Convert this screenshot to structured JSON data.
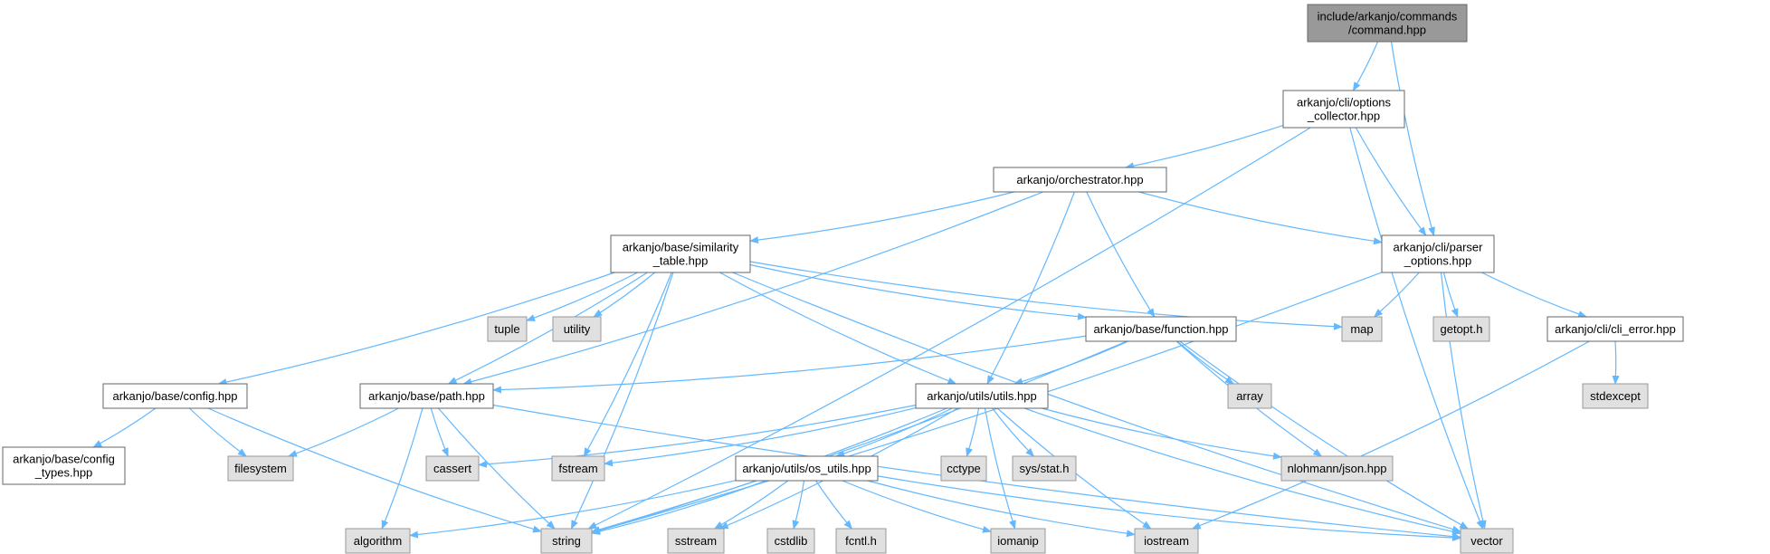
{
  "colors": {
    "edge": "#63b8ff",
    "root_fill": "#999999",
    "root_border": "#666666",
    "node_fill": "#ffffff",
    "node_border": "#666666",
    "sys_fill": "#e0e0e0",
    "sys_border": "#999999"
  },
  "nodes": {
    "command": {
      "lines": [
        "include/arkanjo/commands",
        "/command.hpp"
      ],
      "kind": "root"
    },
    "options_coll": {
      "lines": [
        "arkanjo/cli/options",
        "_collector.hpp"
      ],
      "kind": "file"
    },
    "orchestrator": {
      "lines": [
        "arkanjo/orchestrator.hpp"
      ],
      "kind": "file"
    },
    "parser_opts": {
      "lines": [
        "arkanjo/cli/parser",
        "_options.hpp"
      ],
      "kind": "file"
    },
    "similarity": {
      "lines": [
        "arkanjo/base/similarity",
        "_table.hpp"
      ],
      "kind": "file"
    },
    "function": {
      "lines": [
        "arkanjo/base/function.hpp"
      ],
      "kind": "file"
    },
    "cli_error": {
      "lines": [
        "arkanjo/cli/cli_error.hpp"
      ],
      "kind": "file"
    },
    "config": {
      "lines": [
        "arkanjo/base/config.hpp"
      ],
      "kind": "file"
    },
    "path": {
      "lines": [
        "arkanjo/base/path.hpp"
      ],
      "kind": "file"
    },
    "utils": {
      "lines": [
        "arkanjo/utils/utils.hpp"
      ],
      "kind": "file"
    },
    "config_types": {
      "lines": [
        "arkanjo/base/config",
        "_types.hpp"
      ],
      "kind": "file"
    },
    "os_utils": {
      "lines": [
        "arkanjo/utils/os_utils.hpp"
      ],
      "kind": "file"
    },
    "tuple": {
      "lines": [
        "tuple"
      ],
      "kind": "sys"
    },
    "utility": {
      "lines": [
        "utility"
      ],
      "kind": "sys"
    },
    "map": {
      "lines": [
        "map"
      ],
      "kind": "sys"
    },
    "getopt": {
      "lines": [
        "getopt.h"
      ],
      "kind": "sys"
    },
    "array": {
      "lines": [
        "array"
      ],
      "kind": "sys"
    },
    "stdexcept": {
      "lines": [
        "stdexcept"
      ],
      "kind": "sys"
    },
    "filesystem": {
      "lines": [
        "filesystem"
      ],
      "kind": "sys"
    },
    "cassert": {
      "lines": [
        "cassert"
      ],
      "kind": "sys"
    },
    "fstream": {
      "lines": [
        "fstream"
      ],
      "kind": "sys"
    },
    "cctype": {
      "lines": [
        "cctype"
      ],
      "kind": "sys"
    },
    "sysstat": {
      "lines": [
        "sys/stat.h"
      ],
      "kind": "sys"
    },
    "json": {
      "lines": [
        "nlohmann/json.hpp"
      ],
      "kind": "sys"
    },
    "algorithm": {
      "lines": [
        "algorithm"
      ],
      "kind": "sys"
    },
    "string": {
      "lines": [
        "string"
      ],
      "kind": "sys"
    },
    "sstream": {
      "lines": [
        "sstream"
      ],
      "kind": "sys"
    },
    "cstdlib": {
      "lines": [
        "cstdlib"
      ],
      "kind": "sys"
    },
    "fcntl": {
      "lines": [
        "fcntl.h"
      ],
      "kind": "sys"
    },
    "iomanip": {
      "lines": [
        "iomanip"
      ],
      "kind": "sys"
    },
    "iostream": {
      "lines": [
        "iostream"
      ],
      "kind": "sys"
    },
    "vector": {
      "lines": [
        "vector"
      ],
      "kind": "sys"
    }
  },
  "edges": [
    [
      "command",
      "options_coll"
    ],
    [
      "command",
      "parser_opts"
    ],
    [
      "options_coll",
      "orchestrator"
    ],
    [
      "options_coll",
      "parser_opts"
    ],
    [
      "options_coll",
      "string"
    ],
    [
      "options_coll",
      "vector"
    ],
    [
      "orchestrator",
      "similarity"
    ],
    [
      "orchestrator",
      "function"
    ],
    [
      "orchestrator",
      "parser_opts"
    ],
    [
      "orchestrator",
      "utils"
    ],
    [
      "orchestrator",
      "path"
    ],
    [
      "similarity",
      "config"
    ],
    [
      "similarity",
      "path"
    ],
    [
      "similarity",
      "tuple"
    ],
    [
      "similarity",
      "utility"
    ],
    [
      "similarity",
      "string"
    ],
    [
      "similarity",
      "fstream"
    ],
    [
      "similarity",
      "utils"
    ],
    [
      "similarity",
      "function"
    ],
    [
      "similarity",
      "map"
    ],
    [
      "similarity",
      "vector"
    ],
    [
      "parser_opts",
      "map"
    ],
    [
      "parser_opts",
      "getopt"
    ],
    [
      "parser_opts",
      "cli_error"
    ],
    [
      "parser_opts",
      "string"
    ],
    [
      "parser_opts",
      "vector"
    ],
    [
      "cli_error",
      "stdexcept"
    ],
    [
      "cli_error",
      "iostream"
    ],
    [
      "function",
      "path"
    ],
    [
      "function",
      "utils"
    ],
    [
      "function",
      "array"
    ],
    [
      "function",
      "json"
    ],
    [
      "function",
      "vector"
    ],
    [
      "function",
      "string"
    ],
    [
      "config",
      "config_types"
    ],
    [
      "config",
      "filesystem"
    ],
    [
      "config",
      "string"
    ],
    [
      "path",
      "filesystem"
    ],
    [
      "path",
      "cassert"
    ],
    [
      "path",
      "algorithm"
    ],
    [
      "path",
      "string"
    ],
    [
      "path",
      "vector"
    ],
    [
      "utils",
      "os_utils"
    ],
    [
      "utils",
      "cassert"
    ],
    [
      "utils",
      "fstream"
    ],
    [
      "utils",
      "cctype"
    ],
    [
      "utils",
      "sysstat"
    ],
    [
      "utils",
      "json"
    ],
    [
      "utils",
      "string"
    ],
    [
      "utils",
      "sstream"
    ],
    [
      "utils",
      "iomanip"
    ],
    [
      "utils",
      "iostream"
    ],
    [
      "utils",
      "vector"
    ],
    [
      "os_utils",
      "algorithm"
    ],
    [
      "os_utils",
      "string"
    ],
    [
      "os_utils",
      "sstream"
    ],
    [
      "os_utils",
      "cstdlib"
    ],
    [
      "os_utils",
      "fcntl"
    ],
    [
      "os_utils",
      "iomanip"
    ],
    [
      "os_utils",
      "iostream"
    ],
    [
      "os_utils",
      "vector"
    ]
  ]
}
